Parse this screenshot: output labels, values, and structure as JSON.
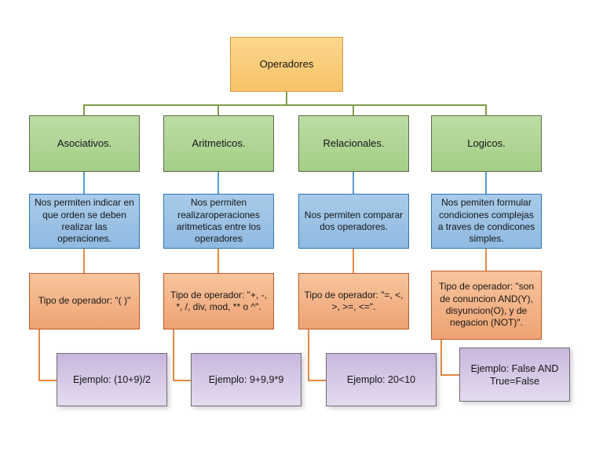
{
  "root": {
    "label": "Operadores"
  },
  "columns": [
    {
      "category": "Asociativos.",
      "description": "Nos permiten  indicar en que orden se deben realizar las operaciones.",
      "operator_type": "Tipo de operador: \"( )\"",
      "example": "Ejemplo: (10+9)/2"
    },
    {
      "category": "Aritmeticos.",
      "description": "Nos permiten realizaroperaciones aritmeticas entre los operadores",
      "operator_type": "Tipo de operador: \"+, -, *, /, div, mod, ** o ^\".",
      "example": "Ejemplo: 9+9,9*9"
    },
    {
      "category": "Relacionales.",
      "description": "Nos permiten comparar dos operadores.",
      "operator_type": "Tipo de operador: \"=, <, >, >=, <=\".",
      "example": "Ejemplo:  20<10"
    },
    {
      "category": "Logicos.",
      "description": "Nos pemiten formular condiciones complejas a traves de condicones simples.",
      "operator_type": "Tipo de operador: \"son de conuncion AND(Y), disyuncion(O), y de negacion (NOT)\".",
      "example": "Ejemplo: False AND True=False"
    }
  ],
  "colors": {
    "root-fill-top": "#fcd78f",
    "root-fill-bottom": "#f7c367",
    "root-border": "#d89c3e",
    "cat-fill-top": "#bcdca3",
    "cat-fill-bottom": "#a5ce88",
    "cat-border": "#5a6b4a",
    "desc-fill-top": "#a8cbe9",
    "desc-fill-bottom": "#90bae1",
    "desc-border": "#2e75b6",
    "type-fill-top": "#f7c59e",
    "type-fill-bottom": "#efa272",
    "type-border": "#bf5b27",
    "ex-fill-top": "#c9b7dd",
    "ex-fill-bottom": "#e4dbf0",
    "ex-border": "#6e6e6e",
    "line-tree": "#7f9e48",
    "line-blue": "#5b9bd5",
    "line-orange": "#e28a45"
  }
}
